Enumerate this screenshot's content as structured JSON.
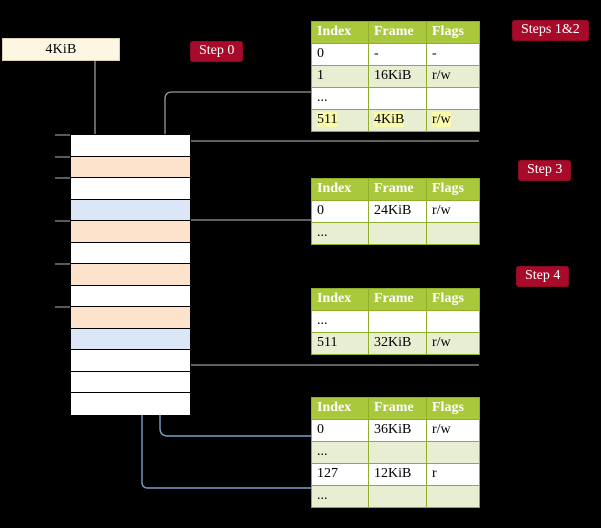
{
  "diagram": {
    "title_badges": {
      "step0": "Step 0",
      "steps12": "Steps 1&2",
      "step3": "Step 3",
      "step4": "Step 4"
    },
    "source_box": {
      "label": "4KiB"
    },
    "colors": {
      "badge_red": "#a80b2a",
      "table_header_green": "#a9c83c",
      "table_alt_row": "#e8eed2",
      "highlight_yellow": "#fbfbad",
      "memory_orange": "#fde2cc",
      "memory_blue": "#dbe7f7",
      "wire_gray": "#9a9a9a",
      "wire_blue": "#7b9ecb",
      "background": "#000000",
      "source_box_bg": "#fdf6e3"
    },
    "tables": [
      {
        "name": "level-4-table",
        "columns": [
          "Index",
          "Frame",
          "Flags"
        ],
        "rows": [
          {
            "index": "0",
            "frame": "-",
            "flags": "-",
            "alt": false,
            "highlight": false
          },
          {
            "index": "1",
            "frame": "16KiB",
            "flags": "r/w",
            "alt": true,
            "highlight": false
          },
          {
            "index": "...",
            "frame": "",
            "flags": "",
            "alt": false,
            "highlight": false
          },
          {
            "index": "511",
            "frame": "4KiB",
            "flags": "r/w",
            "alt": true,
            "highlight": true
          }
        ]
      },
      {
        "name": "level-3-table",
        "columns": [
          "Index",
          "Frame",
          "Flags"
        ],
        "rows": [
          {
            "index": "0",
            "frame": "24KiB",
            "flags": "r/w",
            "alt": false,
            "highlight": false
          },
          {
            "index": "...",
            "frame": "",
            "flags": "",
            "alt": true,
            "highlight": false
          }
        ]
      },
      {
        "name": "level-2-table",
        "columns": [
          "Index",
          "Frame",
          "Flags"
        ],
        "rows": [
          {
            "index": "...",
            "frame": "",
            "flags": "",
            "alt": false,
            "highlight": false
          },
          {
            "index": "511",
            "frame": "32KiB",
            "flags": "r/w",
            "alt": true,
            "highlight": false
          }
        ]
      },
      {
        "name": "level-1-table",
        "columns": [
          "Index",
          "Frame",
          "Flags"
        ],
        "rows": [
          {
            "index": "0",
            "frame": "36KiB",
            "flags": "r/w",
            "alt": false,
            "highlight": false
          },
          {
            "index": "...",
            "frame": "",
            "flags": "",
            "alt": true,
            "highlight": false
          },
          {
            "index": "127",
            "frame": "12KiB",
            "flags": "r",
            "alt": false,
            "highlight": false
          },
          {
            "index": "...",
            "frame": "",
            "flags": "",
            "alt": true,
            "highlight": false
          }
        ]
      }
    ],
    "memory": {
      "name": "physical-memory-column",
      "rows": [
        {
          "fill": "white",
          "tick": true
        },
        {
          "fill": "orange",
          "tick": true
        },
        {
          "fill": "white",
          "tick": true
        },
        {
          "fill": "blue",
          "tick": false
        },
        {
          "fill": "orange",
          "tick": true
        },
        {
          "fill": "white",
          "tick": false
        },
        {
          "fill": "orange",
          "tick": true
        },
        {
          "fill": "white",
          "tick": false
        },
        {
          "fill": "orange",
          "tick": true
        },
        {
          "fill": "blue",
          "tick": false
        },
        {
          "fill": "white",
          "tick": false
        },
        {
          "fill": "white",
          "tick": false
        },
        {
          "fill": "white",
          "tick": false
        }
      ]
    }
  }
}
